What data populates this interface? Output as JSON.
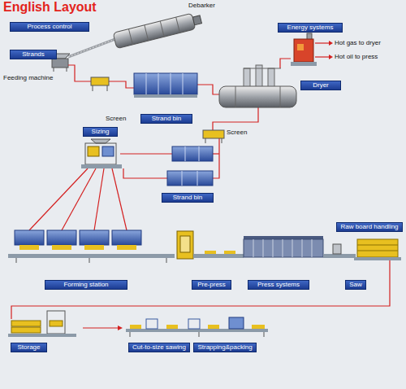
{
  "diagram": {
    "title": "English Layout",
    "nodes": [
      {
        "text": [
          "Process control"
        ]
      },
      {
        "text": [
          "Energy systems"
        ]
      },
      {
        "text": [
          "Strands"
        ]
      },
      {
        "text": [
          "Dryer"
        ]
      },
      {
        "text": [
          "Strand bin"
        ]
      },
      {
        "text": [
          "Sizing"
        ]
      },
      {
        "text": [
          "Strand bin"
        ]
      },
      {
        "text": [
          "Raw board handling"
        ]
      },
      {
        "text": [
          "Forming station"
        ]
      },
      {
        "text": [
          "Pre-press"
        ]
      },
      {
        "text": [
          "Press systems"
        ]
      },
      {
        "text": [
          "Saw"
        ]
      },
      {
        "text": [
          "Storage"
        ]
      },
      {
        "text": [
          "Cut-to-size sawing"
        ]
      },
      {
        "text": [
          "Strapping&packing"
        ]
      }
    ],
    "labels": [
      "Debarker",
      "Hot gas to dryer",
      "Hot oil to press",
      "Feeding machine",
      "Screen",
      "Screen"
    ]
  }
}
